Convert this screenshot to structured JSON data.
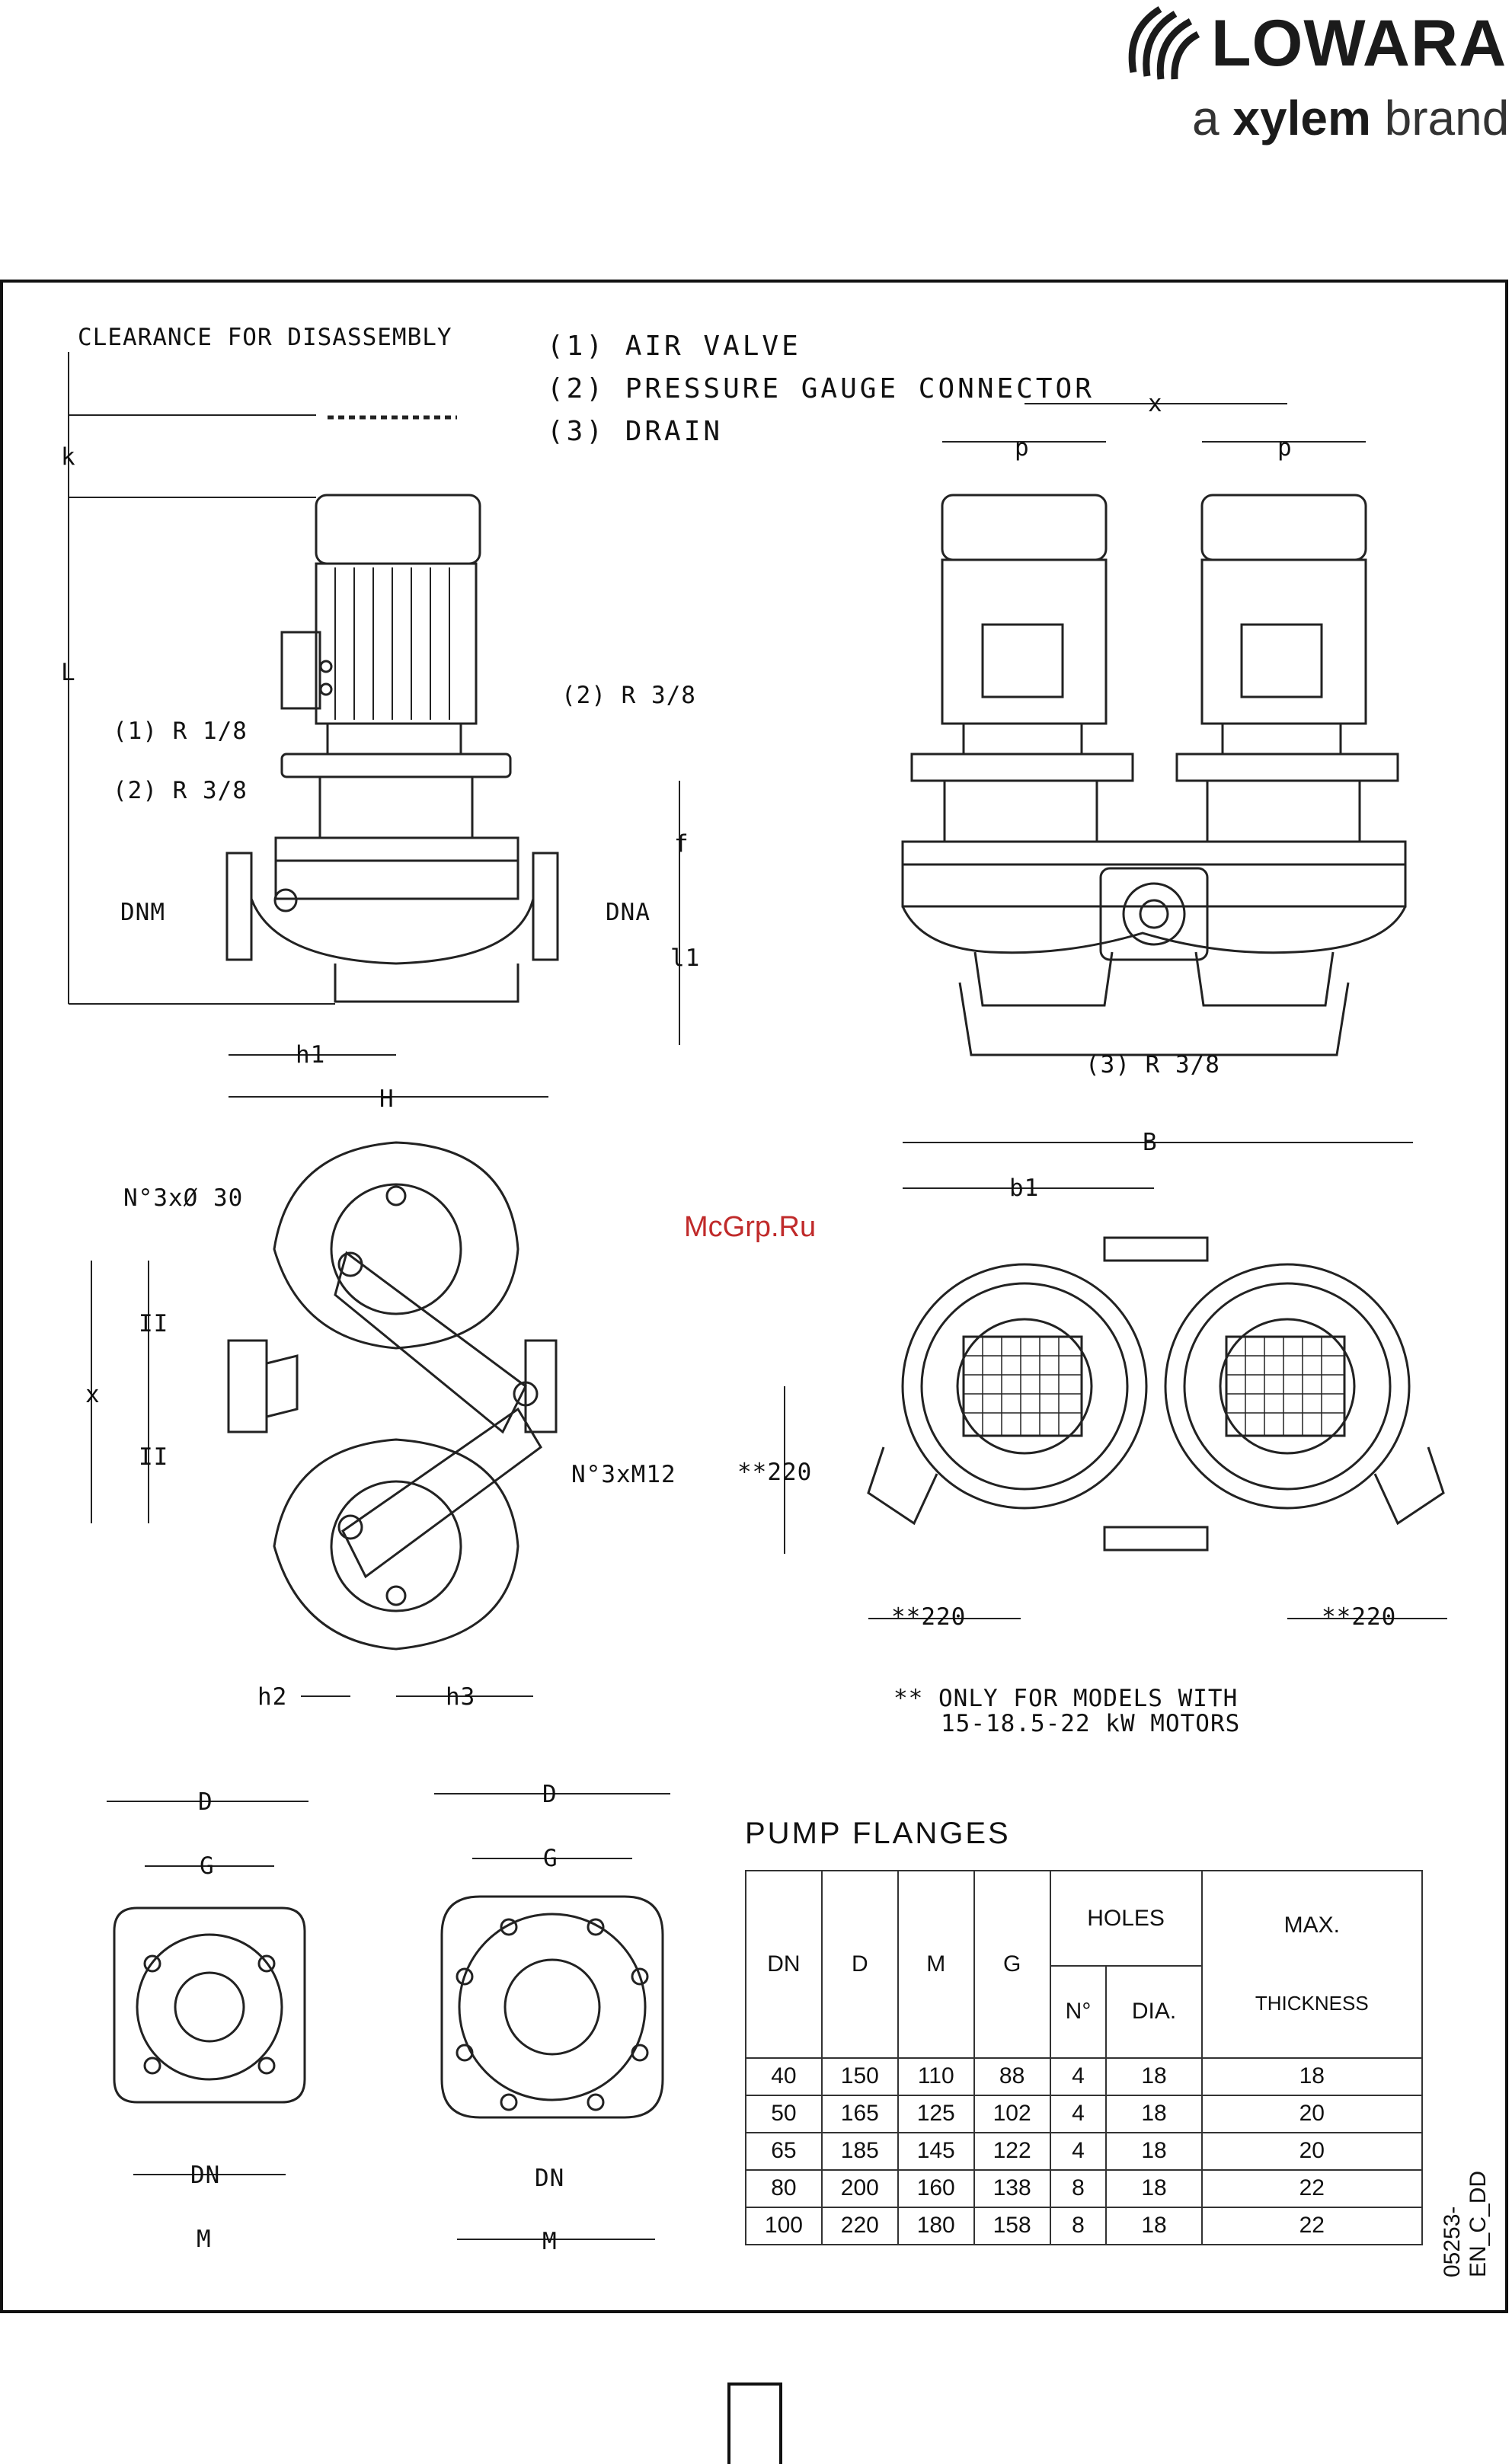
{
  "brand": {
    "name": "LOWARA",
    "tagline_prefix": "a ",
    "tagline_bold": "xylem",
    "tagline_suffix": " brand"
  },
  "legend": [
    "(1) AIR VALVE",
    "(2) PRESSURE GAUGE CONNECTOR",
    "(3) DRAIN"
  ],
  "clearance": "CLEARANCE FOR DISASSEMBLY",
  "dims": {
    "k": "k",
    "L": "L",
    "f": "f",
    "l1": "l1",
    "DNM": "DNM",
    "DNA": "DNA",
    "h1": "h1",
    "H": "H",
    "x": "x",
    "p": "p",
    "B": "B",
    "b1": "b1",
    "h2": "h2",
    "h3": "h3",
    "D": "D",
    "G": "G",
    "DN": "DN",
    "M": "M",
    "equal": "II"
  },
  "connections": {
    "air_valve": "(1) R 1/8",
    "gauge_left": "(2) R 3/8",
    "gauge_right": "(2) R 3/8",
    "drain": "(3) R 3/8"
  },
  "holes": {
    "top": "N°3xØ 30",
    "side": "N°3xM12"
  },
  "clearance_220": "**220",
  "note": [
    "** ONLY FOR MODELS WITH",
    "15-18.5-22 kW MOTORS"
  ],
  "watermark": "McGrp.Ru",
  "doc_id": "05253-EN_C_DD",
  "table": {
    "title": "PUMP FLANGES",
    "headers": {
      "dn": "DN",
      "d": "D",
      "m": "M",
      "g": "G",
      "holes": "HOLES",
      "n": "N°",
      "dia": "DIA.",
      "max": "MAX.",
      "thickness": "THICKNESS"
    },
    "rows": [
      [
        "40",
        "150",
        "110",
        "88",
        "4",
        "18",
        "18"
      ],
      [
        "50",
        "165",
        "125",
        "102",
        "4",
        "18",
        "20"
      ],
      [
        "65",
        "185",
        "145",
        "122",
        "4",
        "18",
        "20"
      ],
      [
        "80",
        "200",
        "160",
        "138",
        "8",
        "18",
        "22"
      ],
      [
        "100",
        "220",
        "180",
        "158",
        "8",
        "18",
        "22"
      ]
    ]
  }
}
